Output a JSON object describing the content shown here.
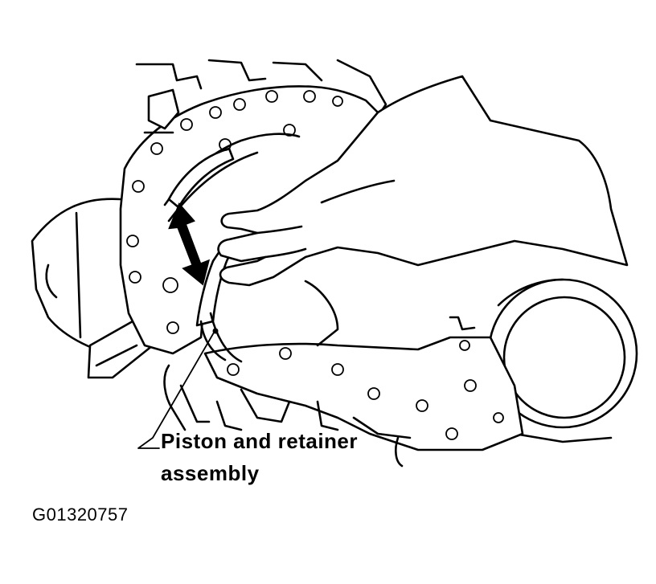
{
  "callout": {
    "line1": "Piston and retainer",
    "line2": "assembly"
  },
  "figure_id": "G01320757",
  "colors": {
    "ink": "#000000",
    "paper": "#ffffff"
  }
}
